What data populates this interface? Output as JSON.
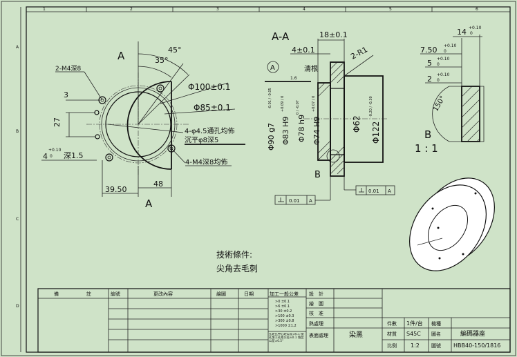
{
  "border": {
    "columns": [
      "1",
      "2",
      "3",
      "4",
      "5",
      "6"
    ],
    "rows": [
      "A",
      "B",
      "C",
      "D"
    ]
  },
  "front_view": {
    "label": "A",
    "view_label": "A",
    "angle_45": "45°",
    "angle_35": "35°",
    "dia_100": "Φ100±0.1",
    "dia_85": "Φ85±0.1",
    "note_m4_2": "2-M4深8",
    "dim_3": "3",
    "dim_27": "27",
    "dim_4": "4",
    "dim_4_tol": "+0.10",
    "dim_4_tol2": "0",
    "dim_depth": "深1.5",
    "hole_note_1": "4-φ4.5通孔均佈",
    "hole_note_2": "沉平φ8深5",
    "note_m4_4": "4-M4深8均佈",
    "dim_3950": "39.50",
    "dim_48": "48"
  },
  "section_view": {
    "title": "A-A",
    "dim_18": "18±0.1",
    "dim_4": "4±0.1",
    "radius": "2-R1",
    "clean_root": "清根",
    "circle_label": "A",
    "roughness": "1.6",
    "dia_90": "Φ90 g7",
    "dia_90_tol": "-0.01 / -0.05",
    "dia_83": "Φ83 H9",
    "dia_83_tol": "+0.09 / 0",
    "dia_78": "Φ78 h9",
    "dia_78_tol": "0 / -0.07",
    "dia_74": "Φ74 H9",
    "dia_74_tol": "+0.07 / 0",
    "dia_62": "Φ62",
    "dia_122": "Φ122",
    "dia_122_tol": "-0.20 / -0.30",
    "detail_label": "B",
    "flatness_1": "0.01",
    "flatness_1_ref": "A",
    "flatness_2": "0.01",
    "flatness_2_ref": "A"
  },
  "detail_view": {
    "dim_14": "14",
    "dim_14_tol": "+0.10",
    "dim_14_tol2": "0",
    "dim_750": "7.50",
    "dim_750_tol": "+0.10",
    "dim_750_tol2": "0",
    "dim_5": "5",
    "dim_5_tol": "+0.10",
    "dim_5_tol2": "0",
    "dim_2": "2",
    "dim_2_tol": "+0.10",
    "dim_2_tol2": "0",
    "angle": "150°",
    "label": "B",
    "scale": "1 : 1"
  },
  "tech_notes": {
    "title": "技術條件:",
    "line1": "尖角去毛刺"
  },
  "title_block": {
    "col_note": "備",
    "col_note2": "註",
    "col_code": "編號",
    "col_change": "更改內容",
    "col_drawn": "繪圖",
    "col_date": "日期",
    "tol_title": "加工一般公差",
    "tol_rows": [
      ">0 ±0.1",
      ">6 ±0.1",
      ">30 ±0.2",
      ">100 ±0.3",
      ">300 ±0.8",
      ">1000 ±1.2"
    ],
    "tol_note": "孔距孔中心距公差±0.1 倒孔加工孔距公差±0.1 角度公差±0.5°",
    "design": "設　計",
    "drawing": "繪　圖",
    "check": "核　准",
    "heat": "熱處理",
    "surface": "表面處理",
    "surface_val": "染黑",
    "qty_label": "件數",
    "qty_val": "1件/台",
    "machine_label": "機種",
    "material_label": "材質",
    "material_val": "S45C",
    "name_label": "圖名",
    "name_val": "編碼器座",
    "scale_label": "比例",
    "scale_val": "1:2",
    "dwg_label": "圖號",
    "dwg_val": "HBB40-150/1816"
  }
}
